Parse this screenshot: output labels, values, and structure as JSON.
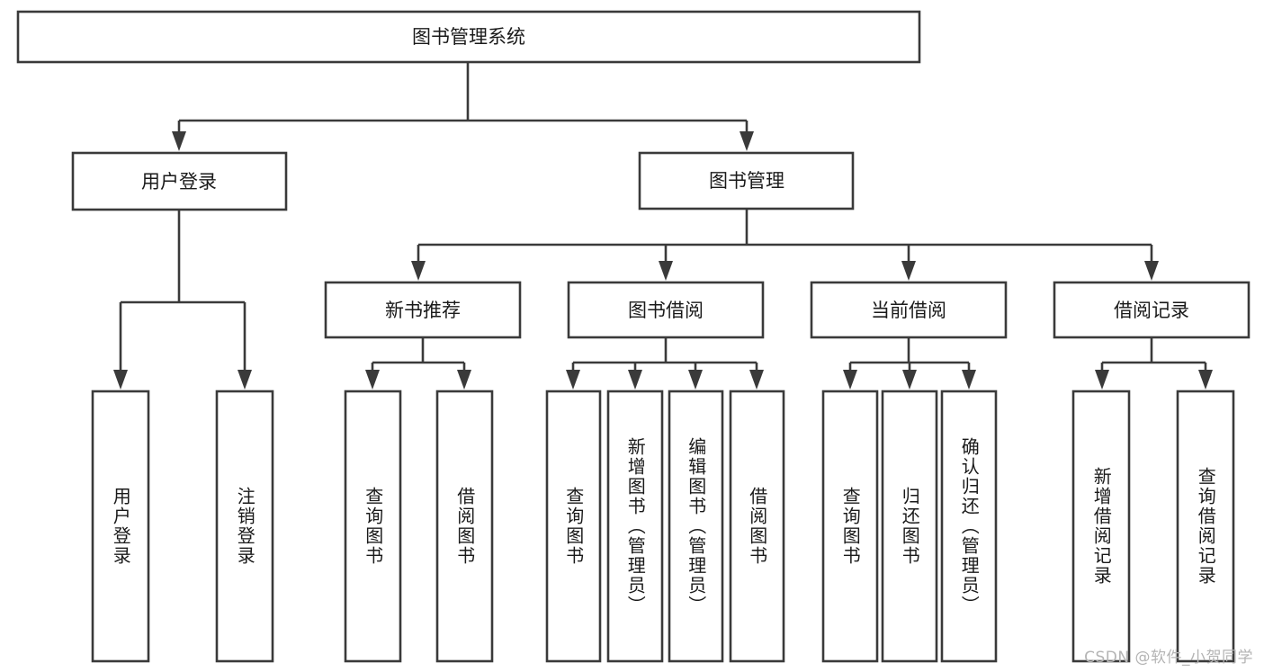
{
  "diagram": {
    "type": "tree",
    "title": "图书管理系统",
    "watermark": "CSDN @软件_小贺同学",
    "colors": {
      "box_stroke": "#3a3a3a",
      "box_fill": "#ffffff",
      "text": "#1a1a1a",
      "background": "#ffffff",
      "watermark": "#b4b4b4"
    },
    "nodes": {
      "root": {
        "label": "图书管理系统",
        "level": 1,
        "orientation": "horizontal"
      },
      "l2_user_login": {
        "label": "用户登录",
        "level": 2,
        "orientation": "horizontal"
      },
      "l2_book_manage": {
        "label": "图书管理",
        "level": 2,
        "orientation": "horizontal"
      },
      "l3_new_book_rec": {
        "label": "新书推荐",
        "level": 3,
        "orientation": "horizontal"
      },
      "l3_book_borrow": {
        "label": "图书借阅",
        "level": 3,
        "orientation": "horizontal"
      },
      "l3_current_borrow": {
        "label": "当前借阅",
        "level": 3,
        "orientation": "horizontal"
      },
      "l3_borrow_record": {
        "label": "借阅记录",
        "level": 3,
        "orientation": "horizontal"
      },
      "leaf_user_login": {
        "label": "用户登录",
        "level": 4,
        "orientation": "vertical"
      },
      "leaf_logout_login": {
        "label": "注销登录",
        "level": 4,
        "orientation": "vertical"
      },
      "leaf_rec_query_book": {
        "label": "查询图书",
        "level": 4,
        "orientation": "vertical"
      },
      "leaf_rec_borrow_book": {
        "label": "借阅图书",
        "level": 4,
        "orientation": "vertical"
      },
      "leaf_borrow_query_book": {
        "label": "查询图书",
        "level": 4,
        "orientation": "vertical"
      },
      "leaf_borrow_add_book": {
        "label": "新增图书（管理员）",
        "level": 4,
        "orientation": "vertical"
      },
      "leaf_borrow_edit_book": {
        "label": "编辑图书（管理员）",
        "level": 4,
        "orientation": "vertical"
      },
      "leaf_borrow_borrow_book": {
        "label": "借阅图书",
        "level": 4,
        "orientation": "vertical"
      },
      "leaf_cur_query_book": {
        "label": "查询图书",
        "level": 4,
        "orientation": "vertical"
      },
      "leaf_cur_return_book": {
        "label": "归还图书",
        "level": 4,
        "orientation": "vertical"
      },
      "leaf_cur_confirm_return": {
        "label": "确认归还（管理员）",
        "level": 4,
        "orientation": "vertical"
      },
      "leaf_rec_add_record": {
        "label": "新增借阅记录",
        "level": 4,
        "orientation": "vertical"
      },
      "leaf_rec_query_record": {
        "label": "查询借阅记录",
        "level": 4,
        "orientation": "vertical"
      }
    },
    "edges": [
      {
        "from": "root",
        "to": "l2_user_login"
      },
      {
        "from": "root",
        "to": "l2_book_manage"
      },
      {
        "from": "l2_user_login",
        "to": "leaf_user_login"
      },
      {
        "from": "l2_user_login",
        "to": "leaf_logout_login"
      },
      {
        "from": "l2_book_manage",
        "to": "l3_new_book_rec"
      },
      {
        "from": "l2_book_manage",
        "to": "l3_book_borrow"
      },
      {
        "from": "l2_book_manage",
        "to": "l3_current_borrow"
      },
      {
        "from": "l2_book_manage",
        "to": "l3_borrow_record"
      },
      {
        "from": "l3_new_book_rec",
        "to": "leaf_rec_query_book"
      },
      {
        "from": "l3_new_book_rec",
        "to": "leaf_rec_borrow_book"
      },
      {
        "from": "l3_book_borrow",
        "to": "leaf_borrow_query_book"
      },
      {
        "from": "l3_book_borrow",
        "to": "leaf_borrow_add_book"
      },
      {
        "from": "l3_book_borrow",
        "to": "leaf_borrow_edit_book"
      },
      {
        "from": "l3_book_borrow",
        "to": "leaf_borrow_borrow_book"
      },
      {
        "from": "l3_current_borrow",
        "to": "leaf_cur_query_book"
      },
      {
        "from": "l3_current_borrow",
        "to": "leaf_cur_return_book"
      },
      {
        "from": "l3_current_borrow",
        "to": "leaf_cur_confirm_return"
      },
      {
        "from": "l3_borrow_record",
        "to": "leaf_rec_add_record"
      },
      {
        "from": "l3_borrow_record",
        "to": "leaf_rec_query_record"
      }
    ]
  }
}
